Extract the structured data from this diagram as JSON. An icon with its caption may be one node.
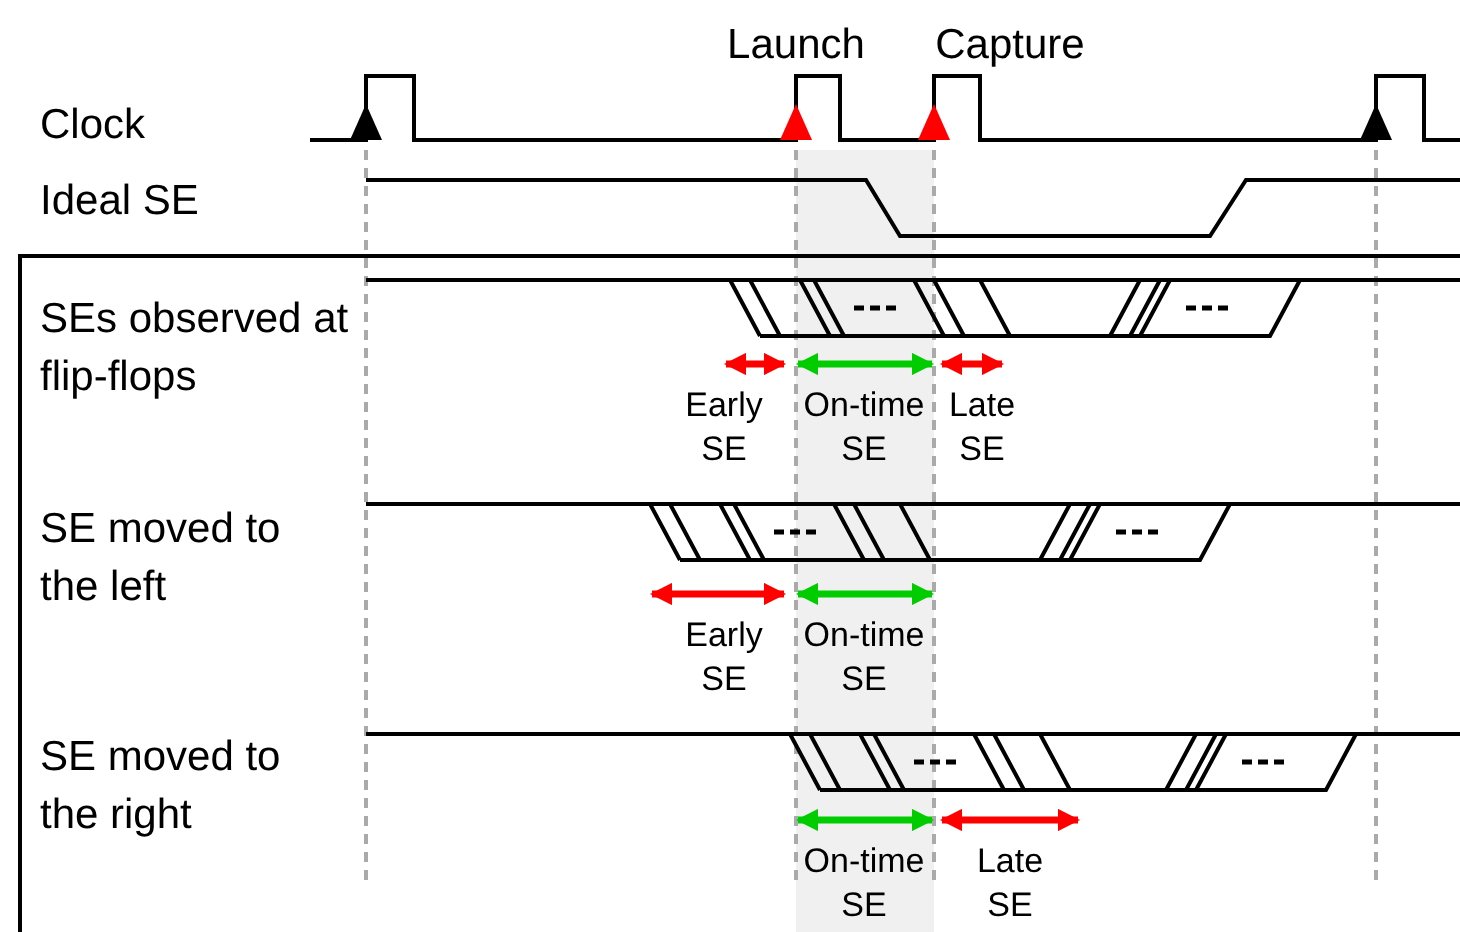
{
  "diagram": {
    "labels": [
      "Launch",
      "Capture",
      "Clock",
      "Ideal SE",
      "SEs observed at flip-flops",
      "Early SE",
      "On-time SE",
      "Late SE",
      "SE moved to the left",
      "Early SE",
      "On-time SE",
      "SE moved to the right",
      "On-time SE",
      "Late SE"
    ]
  }
}
